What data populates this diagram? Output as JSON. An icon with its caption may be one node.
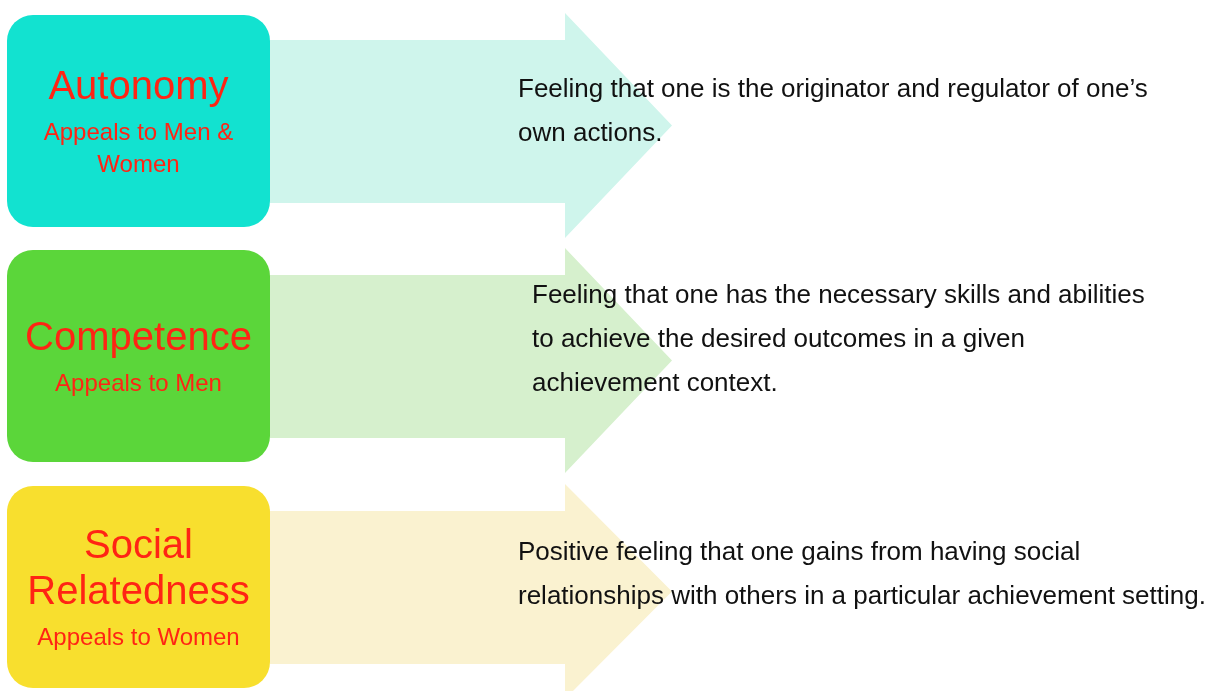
{
  "diagram": {
    "nodes": [
      {
        "text": [
          "Autonomy",
          "Appeals to Men & Women"
        ]
      },
      {
        "text": [
          "Competence",
          "Appeals to Men"
        ]
      },
      {
        "text": [
          "Social Relatedness",
          "Appeals to Women"
        ]
      },
      {
        "text": [
          "Feeling that one is the originator and regulator of one’s own actions."
        ]
      },
      {
        "text": [
          "Feeling that one has the necessary skills and abilities to achieve the desired outcomes in a given achievement context."
        ]
      },
      {
        "text": [
          "Positive feeling that one gains from having social relationships with others in a particular achievement setting."
        ]
      }
    ],
    "edges": [
      {
        "from": 0,
        "to": 3,
        "arrow": "to",
        "color": "#cff5ec"
      },
      {
        "from": 1,
        "to": 4,
        "arrow": "to",
        "color": "#d6f0cd"
      },
      {
        "from": 2,
        "to": 5,
        "arrow": "to",
        "color": "#faf2d0"
      }
    ]
  }
}
